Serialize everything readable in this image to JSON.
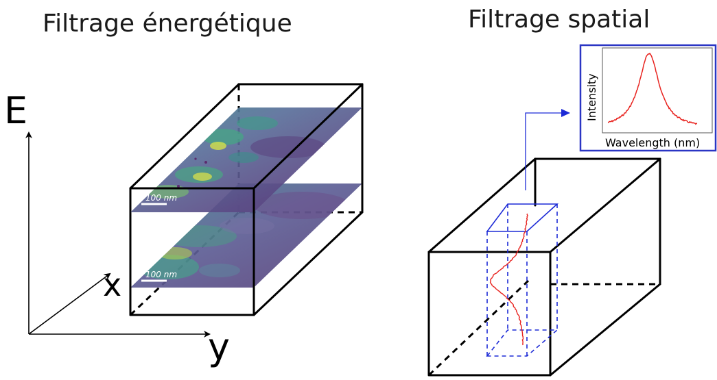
{
  "left_panel": {
    "title": "Filtrage énergétique",
    "axis_e": "E",
    "axis_x": "x",
    "axis_y": "y",
    "scalebar_top": "100 nm",
    "scalebar_bottom": "100 nm"
  },
  "right_panel": {
    "title": "Filtrage spatial",
    "inset": {
      "ylabel": "Intensity",
      "xlabel": "Wavelength (nm)",
      "line_color": "#e8231f",
      "frame_color": "#2a35c4"
    }
  },
  "colors": {
    "cube_edges": "#000000",
    "spatial_filter": "#1c2ad6",
    "spectrum": "#e8231f",
    "map_low": "#5b3f7a",
    "map_mid": "#2f8c8a",
    "map_high": "#c9dc3a"
  }
}
